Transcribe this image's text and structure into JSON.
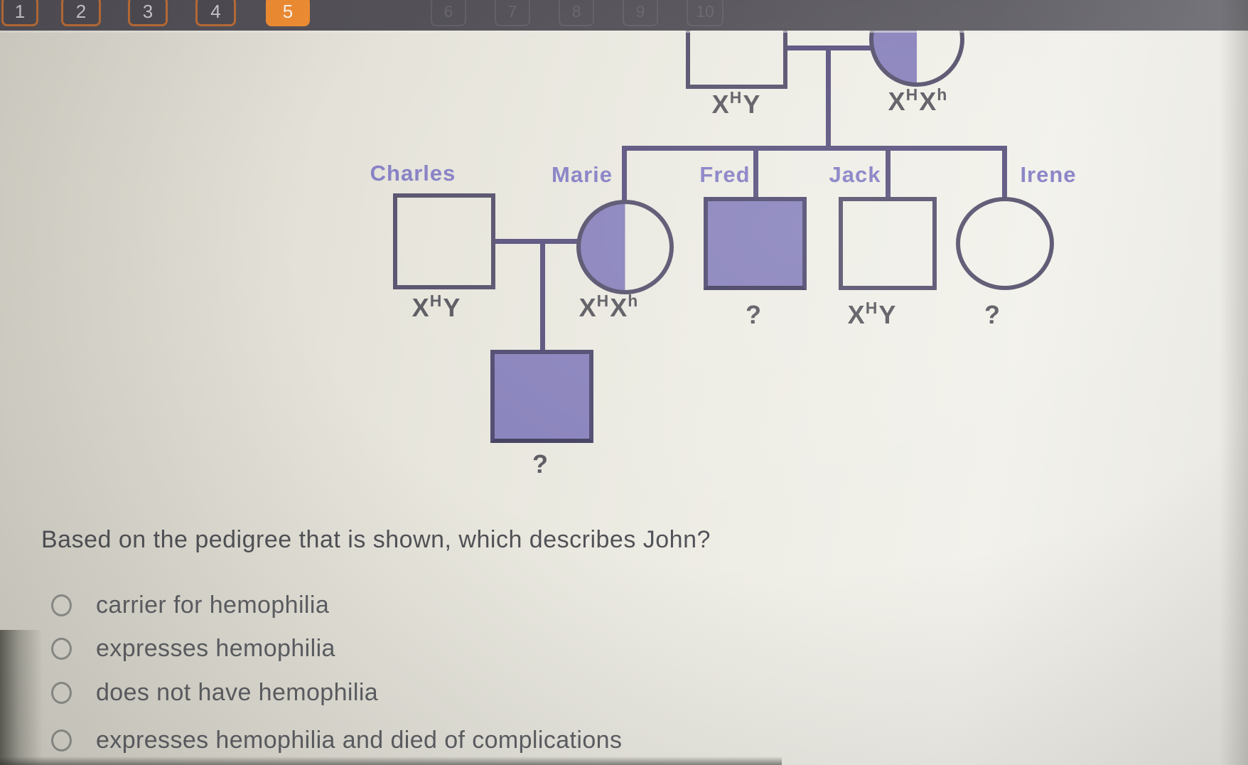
{
  "toolbar": {
    "active_color": "#ee8c32",
    "pager": [
      {
        "label": "1",
        "state": "outlined"
      },
      {
        "label": "2",
        "state": "outlined"
      },
      {
        "label": "3",
        "state": "outlined"
      },
      {
        "label": "4",
        "state": "outlined"
      },
      {
        "label": "5",
        "state": "active"
      },
      {
        "label": "6",
        "state": "faint"
      },
      {
        "label": "7",
        "state": "faint"
      },
      {
        "label": "8",
        "state": "faint"
      },
      {
        "label": "9",
        "state": "faint"
      },
      {
        "label": "10",
        "state": "faint"
      }
    ]
  },
  "pedigree": {
    "colors": {
      "affected_fill": "#8a84bd",
      "shape_outline": "#59546f",
      "relation_line": "#5c5580",
      "name_text": "#8680c5",
      "genotype_text": "#5d5c63"
    },
    "individuals": {
      "gen1_father": {
        "sex": "male",
        "phenotype": "unaffected",
        "genotype": [
          {
            "ch": "X",
            "sup": "H"
          },
          {
            "ch": "Y",
            "sup": ""
          }
        ]
      },
      "gen1_mother": {
        "sex": "female",
        "phenotype": "carrier",
        "genotype": [
          {
            "ch": "X",
            "sup": "H"
          },
          {
            "ch": "X",
            "sup": "h"
          }
        ]
      },
      "charles": {
        "name": "Charles",
        "sex": "male",
        "phenotype": "unaffected",
        "genotype": [
          {
            "ch": "X",
            "sup": "H"
          },
          {
            "ch": "Y",
            "sup": ""
          }
        ]
      },
      "marie": {
        "name": "Marie",
        "sex": "female",
        "phenotype": "carrier",
        "genotype": [
          {
            "ch": "X",
            "sup": "H"
          },
          {
            "ch": "X",
            "sup": "h"
          }
        ]
      },
      "fred": {
        "name": "Fred",
        "sex": "male",
        "phenotype": "affected",
        "genotype_unknown": "?"
      },
      "jack": {
        "name": "Jack",
        "sex": "male",
        "phenotype": "unaffected",
        "genotype": [
          {
            "ch": "X",
            "sup": "H"
          },
          {
            "ch": "Y",
            "sup": ""
          }
        ]
      },
      "irene": {
        "name": "Irene",
        "sex": "female",
        "phenotype": "unaffected",
        "genotype_unknown": "?"
      },
      "john": {
        "sex": "male",
        "phenotype": "affected",
        "genotype_unknown": "?"
      }
    }
  },
  "question": {
    "text": "Based on the pedigree that is shown, which describes John?"
  },
  "options": [
    {
      "label": "carrier for hemophilia",
      "selected": false
    },
    {
      "label": "expresses hemophilia",
      "selected": false
    },
    {
      "label": "does not have hemophilia",
      "selected": false
    },
    {
      "label": "expresses hemophilia and died of complications",
      "selected": false
    }
  ]
}
